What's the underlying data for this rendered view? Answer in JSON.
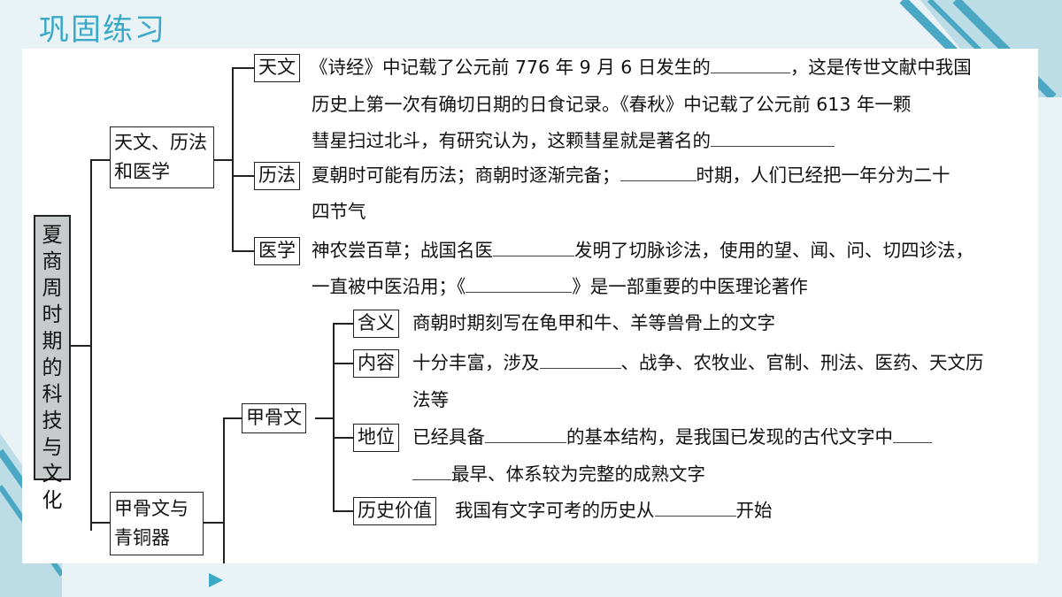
{
  "page": {
    "title": "巩固练习"
  },
  "root": {
    "label": "夏商周时期的科技与文化"
  },
  "branches": {
    "science": {
      "label_line1": "天文、历法",
      "label_line2": "和医学"
    },
    "oracle": {
      "label_line1": "甲骨文与",
      "label_line2": "青铜器"
    }
  },
  "science_items": {
    "astronomy": {
      "label": "天文",
      "line1_a": "《诗经》中记载了公元前 776 年 9 月 6 日发生的",
      "line1_b": "，这是传世文献中我国",
      "line2": "历史上第一次有确切日期的日食记录。《春秋》中记载了公元前 613 年一颗",
      "line3": "彗星扫过北斗，有研究认为，这颗彗星就是著名的"
    },
    "calendar": {
      "label": "历法",
      "line1_a": "夏朝时可能有历法；商朝时逐渐完备；",
      "line1_b": "时期，人们已经把一年分为二十",
      "line2": "四节气"
    },
    "medicine": {
      "label": "医学",
      "line1_a": "神农尝百草；战国名医",
      "line1_b": "发明了切脉诊法，使用的望、闻、问、切四诊法，",
      "line2_a": "一直被中医沿用；《",
      "line2_b": "》是一部重要的中医理论著作"
    }
  },
  "oracle_bone": {
    "label": "甲骨文",
    "meaning": {
      "label": "含义",
      "text": "商朝时期刻写在龟甲和牛、羊等兽骨上的文字"
    },
    "content": {
      "label": "内容",
      "line1_a": "十分丰富，涉及",
      "line1_b": "、战争、农牧业、官制、刑法、医药、天文历",
      "line2": "法等"
    },
    "status": {
      "label": "地位",
      "line1_a": "已经具备",
      "line1_b": "的基本结构，是我国已发现的古代文字中",
      "line2": "最早、体系较为完整的成熟文字"
    },
    "value": {
      "label": "历史价值",
      "text_a": "我国有文字可考的历史从",
      "text_b": "开始"
    }
  }
}
